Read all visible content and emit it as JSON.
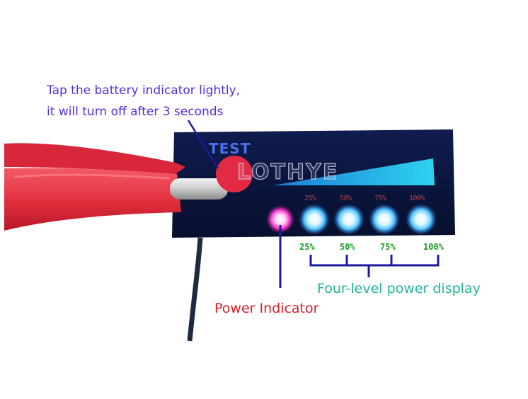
{
  "annotations": {
    "tap_line1": "Tap the battery indicator lightly,",
    "tap_line2": "it will turn off after 3 seconds",
    "power_indicator": "Power Indicator",
    "four_level": "Four-level power display"
  },
  "board": {
    "test_label": "TEST",
    "watermark": "LOTHYE",
    "printed_levels": [
      "25%",
      "50%",
      "75%",
      "100%"
    ]
  },
  "level_labels": [
    "25%",
    "50%",
    "75%",
    "100%"
  ],
  "colors": {
    "board": "#0b1640",
    "power_led": "#ff3fd0",
    "level_led": "#7fd8ff",
    "tap_text": "#5a2bd6",
    "power_text": "#d81f2a",
    "four_text": "#1fb59a",
    "pointer": "#1a1aa0",
    "clip": "#e83a48",
    "percent_text": "#1f9a2a"
  },
  "icons": [
    "alligator-clip",
    "test-button",
    "power-led",
    "level-led"
  ]
}
